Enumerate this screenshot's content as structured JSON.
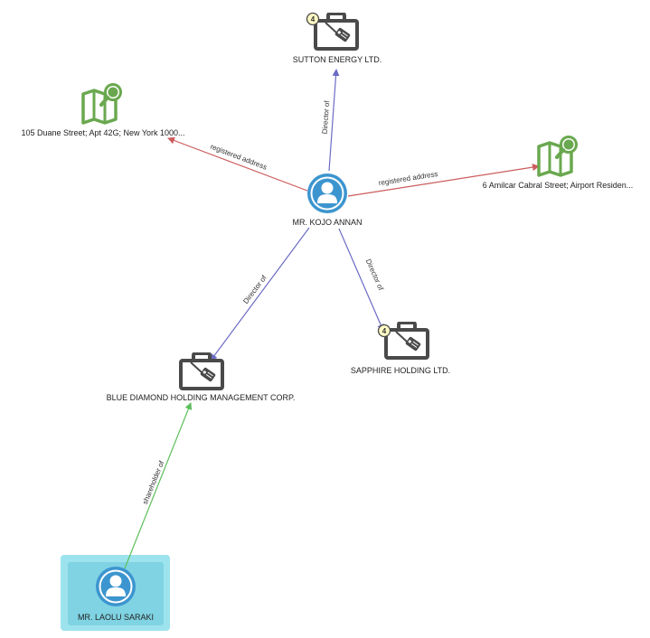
{
  "colors": {
    "director": "#6b6bc4",
    "address": "#cc5c5c",
    "shareholder": "#5cbf5c",
    "company": "#4a4a4a",
    "map": "#6aa84f",
    "person": "#3c95cf",
    "selected_bg": "#9de3ee",
    "selected_inner": "#7fd3e3",
    "badge_bg": "#fff9c4"
  },
  "nodes": {
    "sutton": {
      "label": "SUTTON ENERGY LTD.",
      "icon": "briefcase-icon",
      "badge": "4"
    },
    "duane": {
      "label": "105 Duane Street; Apt 42G; New York 1000...",
      "icon": "map-icon"
    },
    "amilcar": {
      "label": "6 Amilcar Cabral Street; Airport Residen...",
      "icon": "map-icon"
    },
    "kojo": {
      "label": "MR. KOJO ANNAN",
      "icon": "person-icon"
    },
    "sapphire": {
      "label": "SAPPHIRE HOLDING LTD.",
      "icon": "briefcase-icon",
      "badge": "4"
    },
    "bluediamond": {
      "label": "BLUE DIAMOND HOLDING MANAGEMENT CORP.",
      "icon": "briefcase-icon"
    },
    "laolu": {
      "label": "MR. LAOLU SARAKI",
      "icon": "person-icon",
      "selected": true
    }
  },
  "edges": {
    "kojo_sutton": "Director of",
    "kojo_duane": "registered address",
    "kojo_amilcar": "registered address",
    "kojo_sapphire": "Director of",
    "kojo_bluediamond": "Director of",
    "laolu_bluediamond": "shareholder of"
  }
}
